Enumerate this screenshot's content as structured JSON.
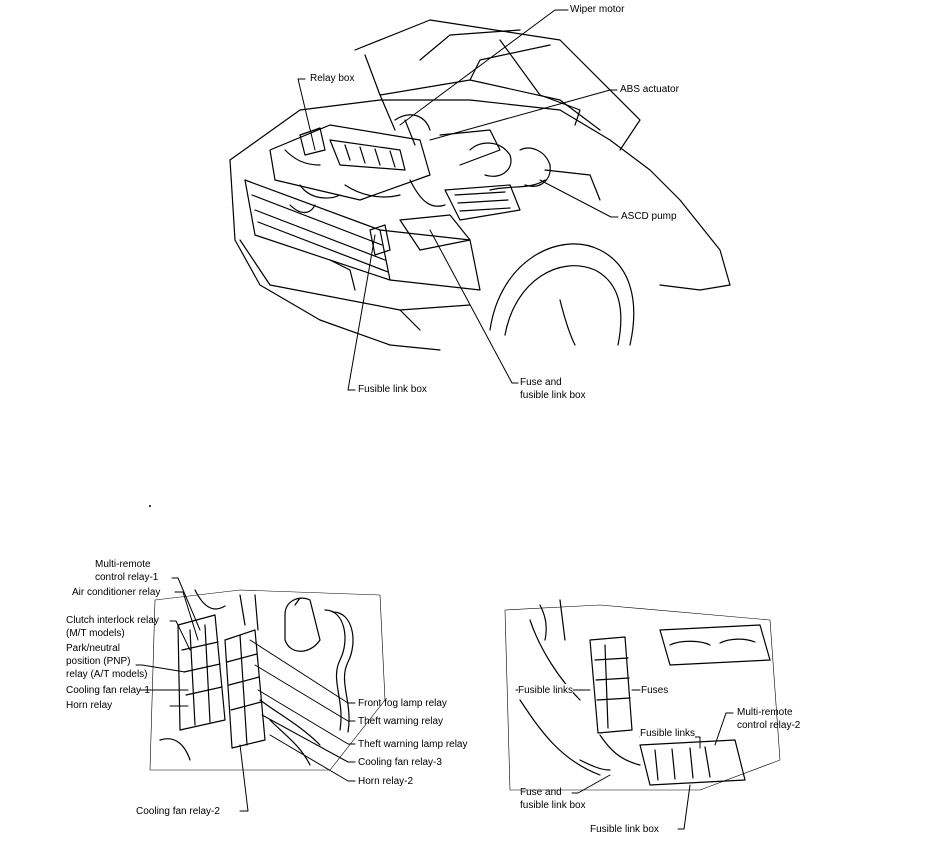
{
  "top_view": {
    "labels": {
      "wiper_motor": "Wiper motor",
      "relay_box": "Relay box",
      "abs_actuator": "ABS actuator",
      "ascd_pump": "ASCD pump",
      "fusible_link_box": "Fusible link box",
      "fuse_and_fusible_link_box": "Fuse and\nfusible link box"
    }
  },
  "relay_box_view": {
    "labels": {
      "multi_remote_relay_1": "Multi-remote\ncontrol relay-1",
      "air_conditioner_relay": "Air conditioner relay",
      "clutch_interlock_relay": "Clutch interlock relay\n(M/T models)",
      "pnp_relay": "Park/neutral\nposition (PNP)\nrelay (A/T models)",
      "cooling_fan_relay_1": "Cooling fan relay-1",
      "horn_relay": "Horn relay",
      "front_fog_lamp_relay": "Front fog lamp relay",
      "theft_warning_relay": "Theft warning relay",
      "theft_warning_lamp_relay": "Theft warning lamp relay",
      "cooling_fan_relay_3": "Cooling fan relay-3",
      "horn_relay_2": "Horn relay-2",
      "cooling_fan_relay_2": "Cooling fan relay-2"
    }
  },
  "fuse_box_view": {
    "labels": {
      "fusible_links_left": "Fusible links",
      "fuses": "Fuses",
      "fusible_links_right": "Fusible links",
      "multi_remote_relay_2": "Multi-remote\ncontrol relay-2",
      "fuse_and_fusible_link_box": "Fuse and\nfusible link box",
      "fusible_link_box": "Fusible link box"
    }
  }
}
